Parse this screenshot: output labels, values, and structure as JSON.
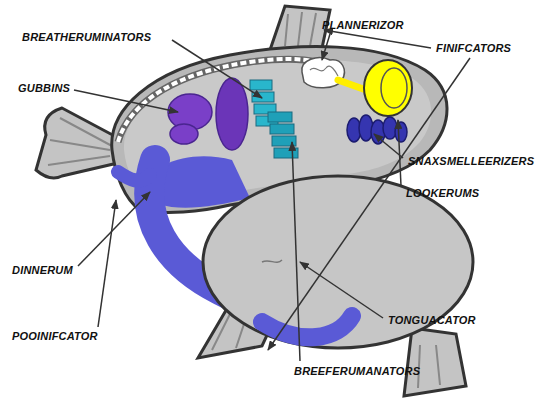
{
  "diagram": {
    "labels": [
      "BREATHERUMINATORS",
      "PLANNERIZOR",
      "FINIFCATORS",
      "GUBBINS",
      "SNAXSMELLEERIZERS",
      "LOOKERUMS",
      "DINNERUM",
      "TONGUACATOR",
      "POOINIFCATOR",
      "BREEFERUMANATORS"
    ]
  }
}
